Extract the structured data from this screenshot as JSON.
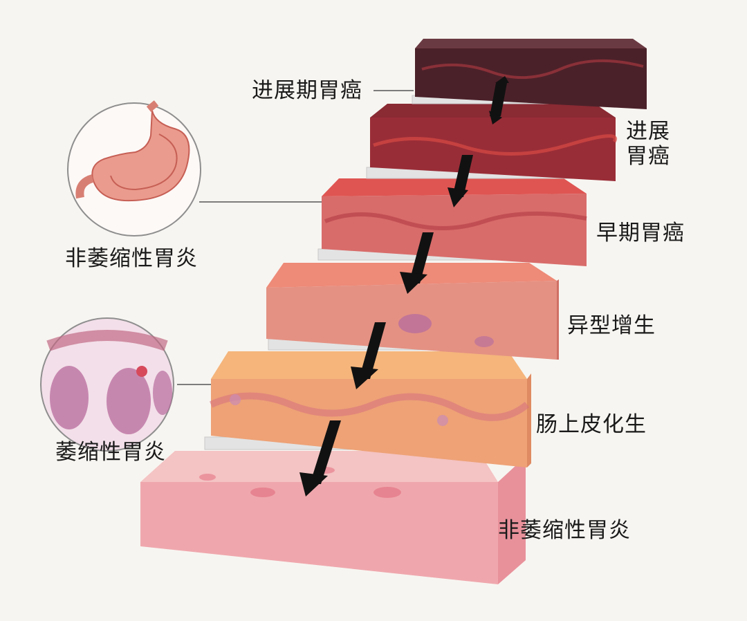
{
  "diagram": {
    "steps": [
      {
        "id": "non-atrophic",
        "label": "非萎缩性胃炎",
        "colors": {
          "top": "#f4c3c3",
          "front": "#efa7ad",
          "side": "#e8919b"
        }
      },
      {
        "id": "intestinal-metaplasia",
        "label": "肠上皮化生",
        "colors": {
          "top": "#f5b57b",
          "front": "#eea276",
          "side": "#df8a62"
        }
      },
      {
        "id": "dysplasia",
        "label": "异型增生",
        "colors": {
          "top": "#ee8a78",
          "front": "#e49183",
          "side": "#cf6f64"
        }
      },
      {
        "id": "early-gastric-cancer",
        "label": "早期胃癌",
        "colors": {
          "top": "#df5552",
          "front": "#d86c6a",
          "side": "#b94a4d"
        }
      },
      {
        "id": "advanced-gastric-cancer-mid",
        "label": "进展胃癌",
        "colors": {
          "top": "#8a2a33",
          "front": "#992d37",
          "side": "#6d1f29"
        }
      },
      {
        "id": "advanced-gastric-cancer-top",
        "label": "进展期胃癌",
        "colors": {
          "top": "#6a3a42",
          "front": "#4b2129",
          "side": "#3a1820"
        }
      }
    ],
    "insets": [
      {
        "id": "stomach-inset",
        "label": "非萎缩性胃炎"
      },
      {
        "id": "atrophic-tissue-inset",
        "label": "萎缩性胃炎"
      }
    ]
  }
}
